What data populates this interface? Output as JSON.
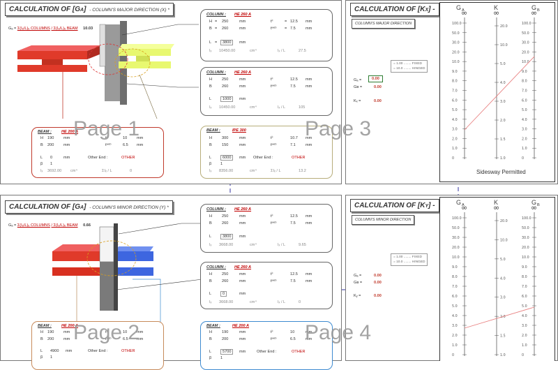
{
  "page_labels": [
    "Page 1",
    "Page 2",
    "Page 3",
    "Page 4"
  ],
  "ga_major": {
    "title": "CALCULATION OF [G",
    "sub_letter": "A",
    "title_end": "]",
    "subtitle": "- COLUMN'S MAJOR DIRECTION (X) *",
    "formula_lhs": "Gₐ =",
    "formula_num": "Σ(Iₑ/L)ₑ COLUMNS",
    "formula_den": "/ Σ(Iₑ/L)ₑ BEAM",
    "value": "10.03"
  },
  "ga_minor": {
    "title": "CALCULATION OF [G",
    "sub_letter": "A",
    "title_end": "]",
    "subtitle": "- COLUMN'S MINOR DIRECTION (Y) *",
    "formula_lhs": "Gₐ =",
    "formula_num": "Σ(Iₑ/L)ₑ COLUMNS",
    "formula_den": "/ Σ(Iₑ/L)ₑ BEAM",
    "value": "0.66"
  },
  "col_major_top": {
    "label": "COLUMN :",
    "section": "HE 260 A",
    "H": "250",
    "B": "260",
    "tfl": "12.5",
    "tweb": "7.5",
    "L": "3800",
    "I": "10450.00",
    "IL": "27.5"
  },
  "col_major_bot": {
    "label": "COLUMN :",
    "section": "HE 260 A",
    "H": "250",
    "B": "260",
    "tfl": "12.5",
    "tweb": "7.5",
    "L": "1000",
    "I": "10450.00",
    "IL": "105"
  },
  "beam_major_left": {
    "label": "BEAM :",
    "section": "HE 200 A",
    "H": "190",
    "B": "200",
    "tfl": "10",
    "tweb": "6.5",
    "L": "0",
    "other": "Other End :",
    "other_val": "OTHER",
    "n": "1",
    "I": "3692.00",
    "IL": "0"
  },
  "beam_major_right": {
    "label": "BEAM :",
    "section": "IPE 300",
    "H": "300",
    "B": "150",
    "tfl": "10.7",
    "tweb": "7.1",
    "L": "6000",
    "other": "Other End :",
    "other_val": "OTHER",
    "n": "1",
    "I": "8356.00",
    "IL": "13.2"
  },
  "col_minor_top": {
    "label": "COLUMN :",
    "section": "HE 260 A",
    "H": "250",
    "B": "260",
    "tfl": "12.5",
    "tweb": "7.5",
    "L": "3800",
    "I": "3668.00",
    "IL": "9.65"
  },
  "col_minor_bot": {
    "label": "COLUMN :",
    "section": "HE 260 A",
    "H": "250",
    "B": "260",
    "tfl": "12.5",
    "tweb": "7.5",
    "L": "0",
    "I": "3668.00",
    "IL": "0"
  },
  "beam_minor_left": {
    "label": "BEAM :",
    "section": "HE 200 A",
    "H": "190",
    "B": "200",
    "tfl": "10",
    "tweb": "6.5",
    "L": "4900",
    "other": "Other End :",
    "other_val": "OTHER",
    "n": "1"
  },
  "beam_minor_right": {
    "label": "BEAM :",
    "section": "HE 200 A",
    "H": "190",
    "B": "200",
    "tfl": "10",
    "tweb": "6.5",
    "L": "5700",
    "other": "Other End :",
    "other_val": "OTHER",
    "n": "1"
  },
  "kx": {
    "title": "CALCULATION OF [K",
    "sub_letter": "X",
    "title_end": "] -",
    "sub": "COLUMN'S MAJOR DIRECTION",
    "legend1": "= 1.00 ........ FIXED",
    "legend2": "= 10.0 ........ HINGED",
    "ga_lbl": "Gₐ  =",
    "ga_val": "0.00",
    "gb_lbl": "Gʙ  =",
    "gb_val": "0.00",
    "k_lbl": "Kₓ  =",
    "k_val": "0.00"
  },
  "ky": {
    "title": "CALCULATION OF [K",
    "sub_letter": "Y",
    "title_end": "] -",
    "sub": "COLUMN'S MINOR DIRECTION",
    "legend1": "= 1.00 ........ FIXED",
    "legend2": "= 10.0 ........ HINGED",
    "ga_lbl": "Gₐ  =",
    "ga_val": "0.00",
    "gb_lbl": "Gʙ  =",
    "gb_val": "0.00",
    "k_lbl": "Kᵧ  =",
    "k_val": "0.00"
  },
  "nomogram": {
    "ga": "G",
    "ga_sub": "A",
    "k": "K",
    "gb": "G",
    "gb_sub": "B",
    "inf": "∞",
    "sway": "Sidesway Permitted",
    "g_ticks": [
      "100.0",
      "50.0",
      "30.0",
      "20.0",
      "10.0",
      "9.0",
      "8.0",
      "7.0",
      "6.0",
      "5.0",
      "4.0",
      "3.0",
      "2.0",
      "1.0",
      "0"
    ],
    "k_ticks": [
      "20.0",
      "10.0",
      "5.0",
      "4.0",
      "3.0",
      "2.0",
      "1.5",
      "1.0"
    ]
  },
  "units": {
    "mm": "mm",
    "cm4": "cm⁴",
    "H": "H",
    "B": "B",
    "L": "L",
    "tfl": "tⁱˡ",
    "tweb": "tʷᵉᵇ",
    "I": "Iₓ",
    "IL": "Iₓ / L",
    "IL2": "ΣIₓ / L",
    "beta": "β",
    "eq": "="
  }
}
